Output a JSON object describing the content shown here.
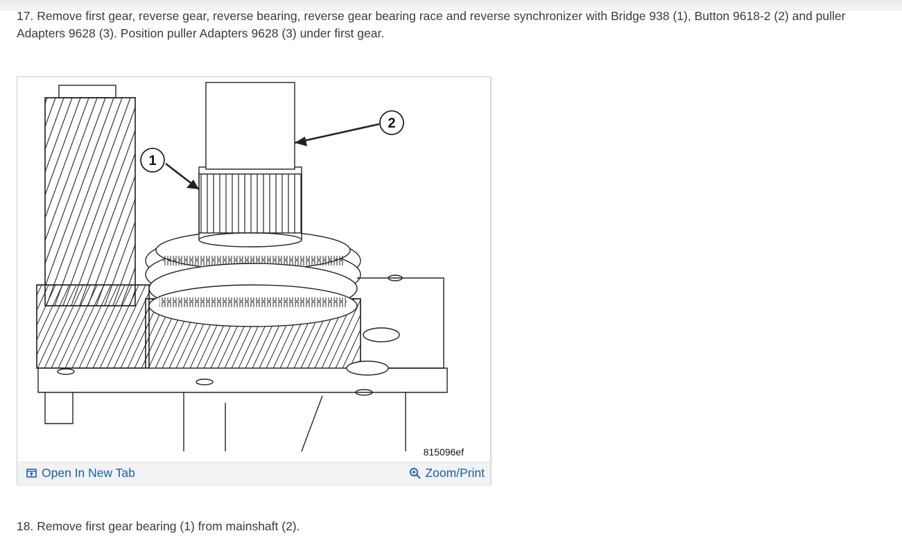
{
  "steps": [
    {
      "text": "17. Remove first gear, reverse gear, reverse bearing, reverse gear bearing race and reverse synchronizer with Bridge 938 (1), Button 9618-2 (2) and puller Adapters 9628 (3). Position puller Adapters 9628 (3) under first gear."
    },
    {
      "text": "18. Remove first gear bearing (1) from mainshaft (2)."
    }
  ],
  "figure": {
    "callouts": [
      "1",
      "2"
    ],
    "image_id": "815096ef",
    "actions": {
      "open_new_tab": {
        "label": "Open In New Tab",
        "icon": "open-new-tab-icon"
      },
      "zoom_print": {
        "label": "Zoom/Print",
        "icon": "zoom-in-icon"
      }
    },
    "link_color": "#1d5fa8"
  }
}
